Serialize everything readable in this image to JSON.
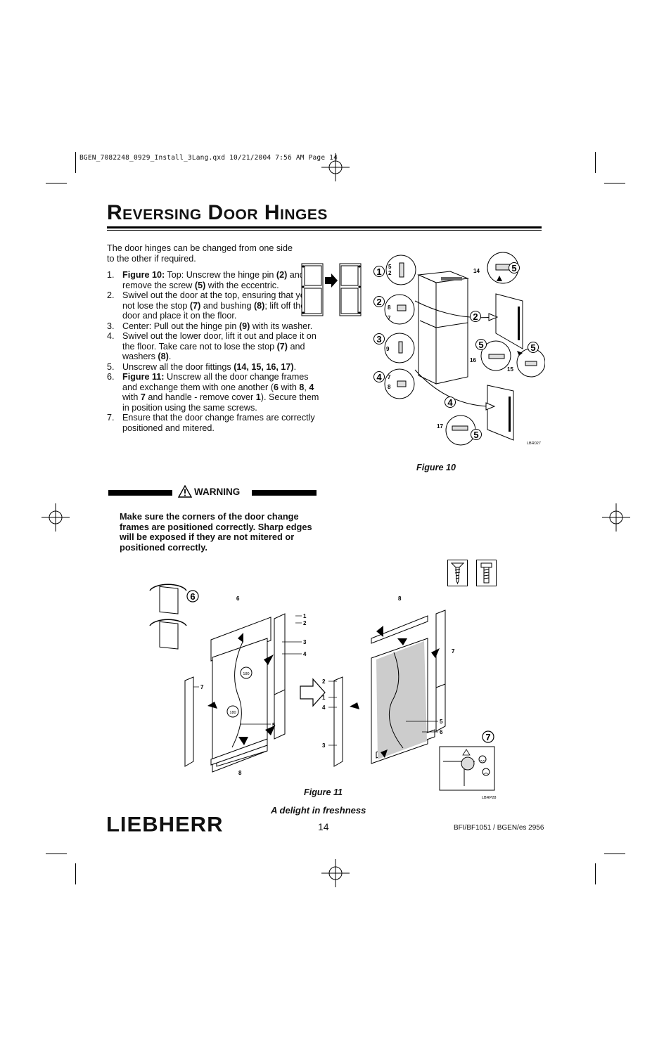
{
  "slug": "BGEN_7082248_0929_Install_3Lang.qxd  10/21/2004  7:56 AM  Page 14",
  "title": "Reversing Door Hinges",
  "intro": "The door hinges can be changed from one side to the other if required.",
  "steps": [
    {
      "num": "1.",
      "parts": [
        {
          "t": "Figure 10:",
          "b": true
        },
        {
          "t": " Top: Unscrew the hinge pin "
        },
        {
          "t": "(2)",
          "b": true
        },
        {
          "t": " and remove the screw "
        },
        {
          "t": "(5)",
          "b": true
        },
        {
          "t": " with the eccentric."
        }
      ]
    },
    {
      "num": "2.",
      "parts": [
        {
          "t": "Swivel out the door at the top, ensuring that you do not lose the stop "
        },
        {
          "t": "(7)",
          "b": true
        },
        {
          "t": " and bushing "
        },
        {
          "t": "(8)",
          "b": true
        },
        {
          "t": "; lift off the door and place it on the floor."
        }
      ]
    },
    {
      "num": "3.",
      "parts": [
        {
          "t": "Center: Pull out the hinge pin "
        },
        {
          "t": "(9)",
          "b": true
        },
        {
          "t": " with its washer."
        }
      ]
    },
    {
      "num": "4.",
      "parts": [
        {
          "t": "Swivel out the lower door, lift it out and place it on the floor. Take care not to lose the stop "
        },
        {
          "t": "(7)",
          "b": true
        },
        {
          "t": " and washers "
        },
        {
          "t": "(8)",
          "b": true
        },
        {
          "t": "."
        }
      ]
    },
    {
      "num": "5.",
      "parts": [
        {
          "t": "Unscrew all the door fittings "
        },
        {
          "t": "(14, 15, 16, 17)",
          "b": true
        },
        {
          "t": "."
        }
      ]
    },
    {
      "num": "6.",
      "parts": [
        {
          "t": "Figure 11:",
          "b": true
        },
        {
          "t": " Unscrew all the door change frames and exchange them with one another ("
        },
        {
          "t": "6",
          "b": true
        },
        {
          "t": " with "
        },
        {
          "t": "8",
          "b": true
        },
        {
          "t": ", "
        },
        {
          "t": "4",
          "b": true
        },
        {
          "t": " with "
        },
        {
          "t": "7",
          "b": true
        },
        {
          "t": " and handle - remove cover "
        },
        {
          "t": "1",
          "b": true
        },
        {
          "t": "). Secure them in position using the same screws."
        }
      ]
    },
    {
      "num": "7.",
      "parts": [
        {
          "t": "Ensure that the door change frames are correctly positioned and mitered."
        }
      ]
    }
  ],
  "warning": {
    "label": "WARNING",
    "text": "Make sure the corners of the door change frames are positioned correctly. Sharp edges will be exposed if they are not mitered or positioned correctly."
  },
  "figure10": {
    "caption": "Figure 10",
    "code": "LBR027",
    "circled": [
      "1",
      "2",
      "3",
      "4",
      "2",
      "5",
      "5",
      "5",
      "4",
      "5"
    ],
    "labels": [
      "5",
      "2",
      "8",
      "7",
      "9",
      "7",
      "8",
      "14",
      "16",
      "15",
      "17"
    ]
  },
  "figure11": {
    "caption": "Figure 11",
    "code": "LBRP28",
    "circled": [
      "6",
      "7"
    ],
    "rotation_badge": "180",
    "left_labels": [
      "6",
      "1",
      "2",
      "3",
      "4",
      "7",
      "5",
      "8"
    ],
    "right_labels": [
      "8",
      "7",
      "2",
      "1",
      "4",
      "3",
      "5",
      "6"
    ]
  },
  "footer": {
    "tagline": "A delight in freshness",
    "page": "14",
    "model": "BFI/BF1051 / BGEN/es 2956",
    "brand": "LIEBHERR"
  },
  "icons": [
    "warning-triangle-icon",
    "registration-mark-icon",
    "screw-icon",
    "bolt-icon",
    "rotate-arrow-icon",
    "smiley-happy-icon",
    "smiley-sad-icon"
  ]
}
